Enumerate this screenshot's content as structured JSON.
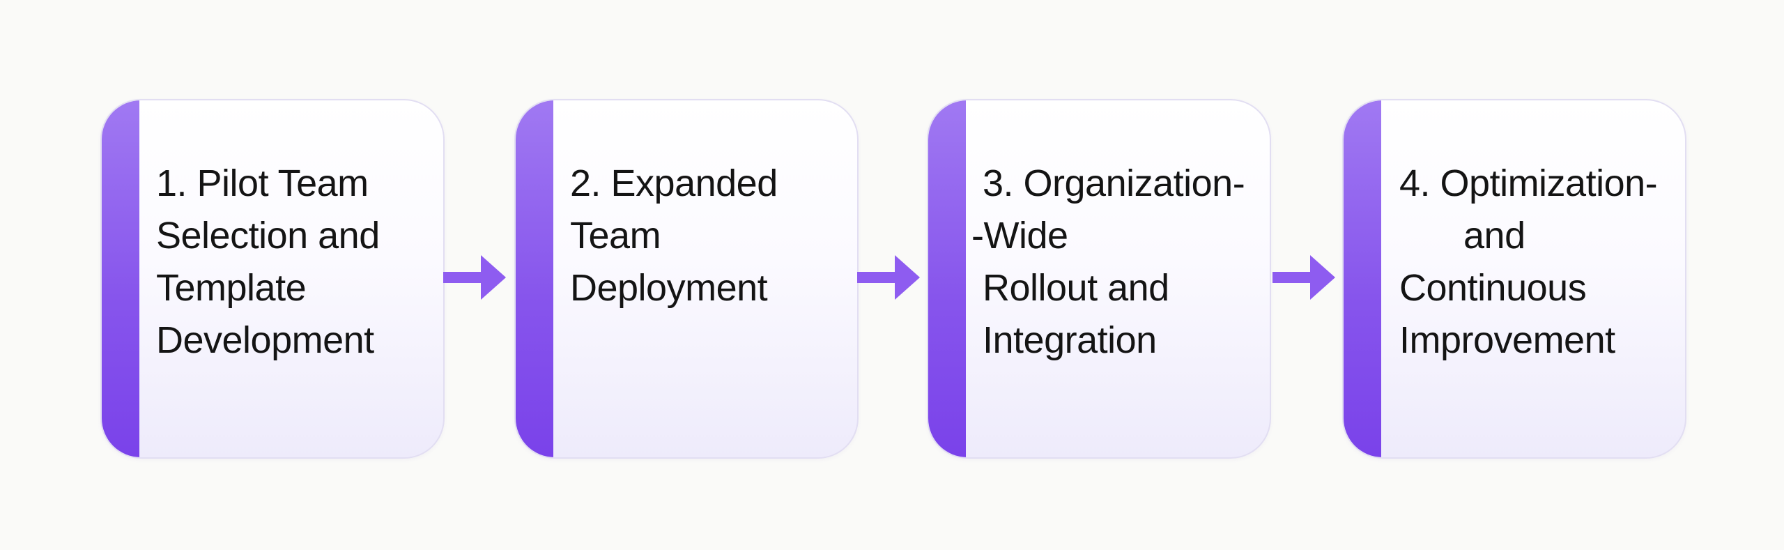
{
  "diagram": {
    "steps": [
      {
        "lines": [
          "1. Pilot Team",
          "Selection and",
          "Template",
          "Development"
        ]
      },
      {
        "lines": [
          "2. Expanded",
          "Team",
          "Deployment"
        ]
      },
      {
        "lines": [
          "3. Organization-",
          "-Wide",
          "Rollout and",
          "Integration"
        ]
      },
      {
        "lines": [
          "4. Optimization-",
          "and",
          "Continuous",
          "Improvement"
        ]
      }
    ],
    "colors": {
      "accent": "#8755ec",
      "arrow": "#8e5cf0",
      "text": "#141414"
    }
  }
}
